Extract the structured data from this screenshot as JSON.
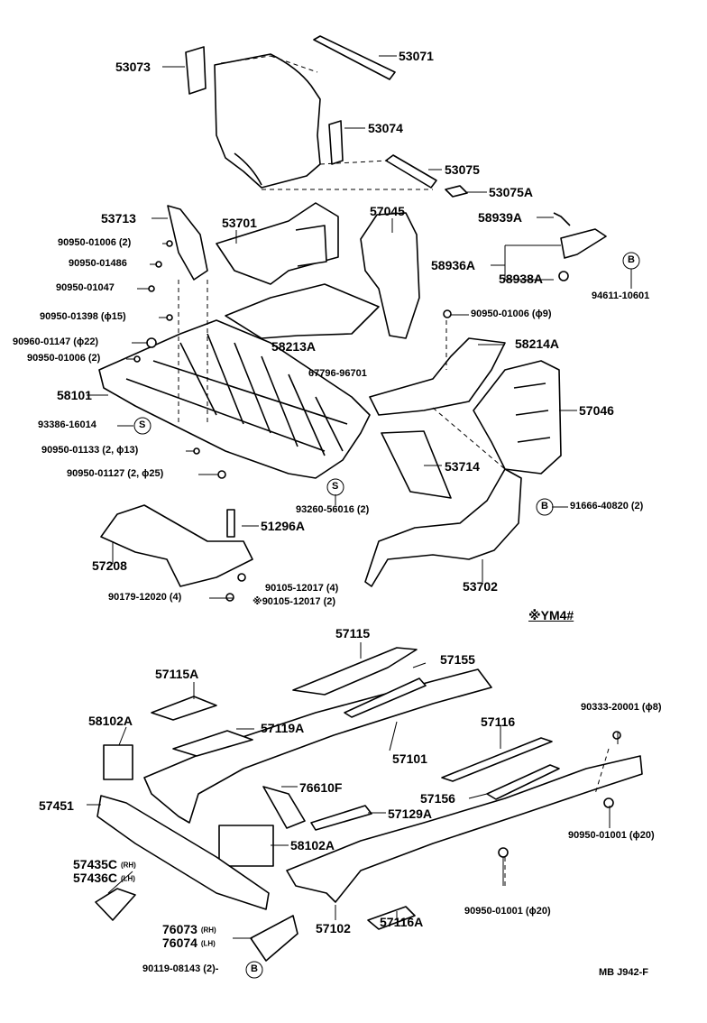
{
  "labels": {
    "p53071": "53071",
    "p53073": "53073",
    "p53074": "53074",
    "p53075": "53075",
    "p53075A": "53075A",
    "p58939A": "58939A",
    "p53713": "53713",
    "p53701": "53701",
    "p57045": "57045",
    "p58936A": "58936A",
    "p58938A": "58938A",
    "p94611": "94611-10601",
    "p9095001006a": "90950-01006 (2)",
    "p9095001486": "90950-01486",
    "p9095001047": "90950-01047",
    "p9095001398": "90950-01398 (ϕ15)",
    "p9096001147": "90960-01147 (ϕ22)",
    "p9095001006b": "90950-01006 (2)",
    "p58213A": "58213A",
    "p9095001006c": "90950-01006 (ϕ9)",
    "p58214A": "58214A",
    "p67796": "67796-96701",
    "p58101": "58101",
    "p57046": "57046",
    "p93386": "93386-16014",
    "p9095001133": "90950-01133 (2, ϕ13)",
    "p53714": "53714",
    "p9095001127": "90950-01127 (2, ϕ25)",
    "p93260": "93260-56016 (2)",
    "p91666": "91666-40820 (2)",
    "p51296A": "51296A",
    "p57208": "57208",
    "p53702": "53702",
    "p90105a": "90105-12017 (4)",
    "p90179": "90179-12020 (4)",
    "p90105b": "※90105-12017 (2)",
    "pYM4": "※YM4#",
    "p57115": "57115",
    "p57155a": "57155",
    "p57115A": "57115A",
    "p58102Aa": "58102A",
    "p57119A": "57119A",
    "p90333": "90333-20001 (ϕ8)",
    "p57116": "57116",
    "p57101": "57101",
    "p76610F": "76610F",
    "p57451": "57451",
    "p57156": "57156",
    "p57129A": "57129A",
    "p58102Ab": "58102A",
    "p9095001001a": "90950-01001 (ϕ20)",
    "p57435C": "57435C",
    "p57436C": "57436C",
    "rh1": "(RH)",
    "lh1": "(LH)",
    "p9095001001b": "90950-01001 (ϕ20)",
    "p57102": "57102",
    "p57116A": "57116A",
    "p76073": "76073",
    "p76074": "76074",
    "rh2": "(RH)",
    "lh2": "(LH)",
    "p90119": "90119-08143 (2)-",
    "footer": "MB  J942-F"
  },
  "markers": {
    "s1": "S",
    "s2": "S",
    "b1": "B",
    "b2": "B",
    "b3": "B"
  }
}
